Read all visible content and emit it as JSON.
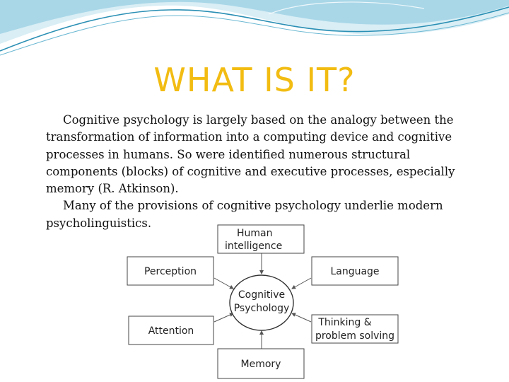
{
  "slide": {
    "title": "WHAT IS IT?",
    "paragraphs": [
      "Cognitive psychology is largely based on the analogy between the transformation of information into a computing device and cognitive processes in humans. So were identified numerous structural components (blocks) of cognitive and executive processes, especially memory (R. Atkinson).",
      "Many of the provisions of cognitive psychology underlie modern psycholinguistics."
    ]
  },
  "diagram": {
    "center": [
      "Cognitive",
      "Psychology"
    ],
    "nodes": {
      "human_intelligence": [
        "Human",
        "intelligence"
      ],
      "perception": "Perception",
      "language": "Language",
      "attention": "Attention",
      "thinking": [
        "Thinking &",
        "problem solving"
      ],
      "memory": "Memory"
    }
  },
  "colors": {
    "title": "#f2bc12",
    "wave_light": "#cfe9f2",
    "wave_dark": "#2a8fb4"
  }
}
